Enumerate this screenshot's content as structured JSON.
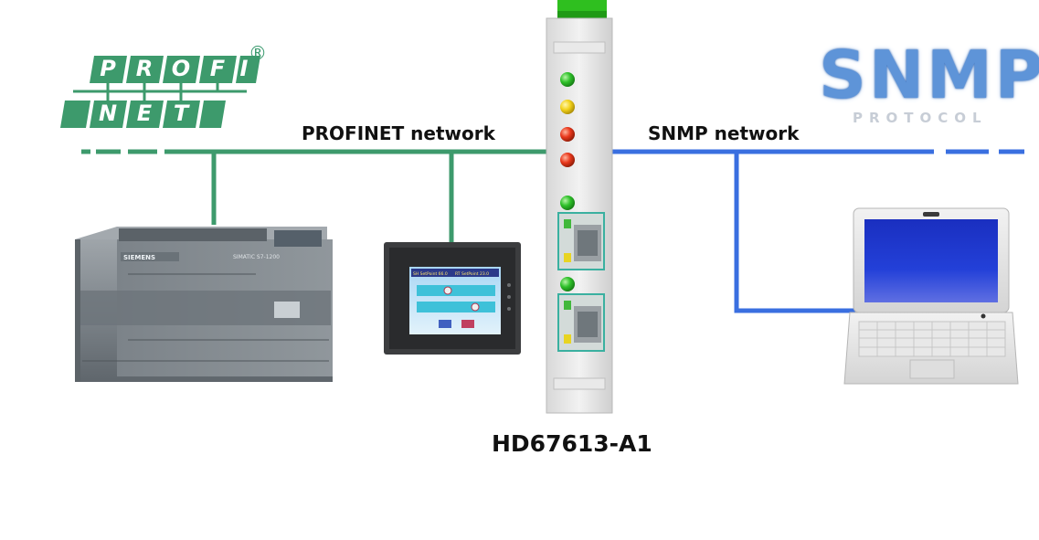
{
  "diagram": {
    "profinet_network_label": "PROFINET network",
    "snmp_network_label": "SNMP network",
    "device_label": "HD67613-A1"
  },
  "profinet_logo": {
    "row1": [
      "P",
      "R",
      "O",
      "F",
      "I"
    ],
    "row2": [
      "N",
      "E",
      "T"
    ],
    "registered": "®"
  },
  "snmp_logo": {
    "title": "SNMP",
    "subtitle": "PROTOCOL"
  },
  "plc": {
    "brand": "SIEMENS",
    "model": "SIMATIC S7-1200"
  },
  "hmi": {
    "screen_header_left": "SH SetPoint 66.0",
    "screen_header_right": "RT SetPoint 23.0"
  },
  "colors": {
    "profinet_green": "#3d9a6c",
    "snmp_blue": "#3a6fe0",
    "led_green": "#2fc12a",
    "led_yellow": "#f3d21b",
    "led_red": "#e9381c"
  }
}
